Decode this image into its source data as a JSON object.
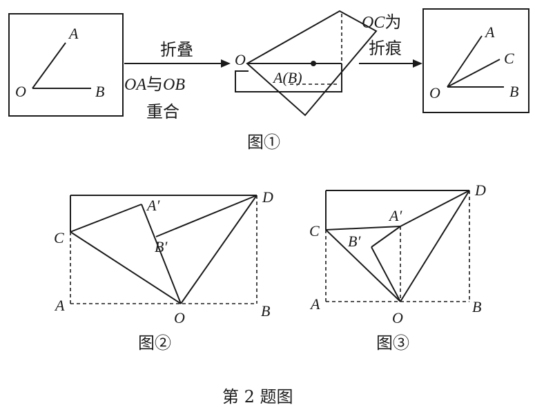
{
  "figure1": {
    "panel_left": {
      "label_A": "A",
      "label_O": "O",
      "label_B": "B"
    },
    "arrow1": {
      "line1": "折叠",
      "line2_a": "OA",
      "line2_b": "与",
      "line2_c": "OB",
      "line3": "重合"
    },
    "panel_mid": {
      "label_O": "O",
      "label_AB": "A(B)"
    },
    "arrow2": {
      "line1_a": "OC",
      "line1_b": "为",
      "line2": "折痕"
    },
    "panel_right": {
      "label_A": "A",
      "label_C": "C",
      "label_O": "O",
      "label_B": "B"
    },
    "caption": "图①"
  },
  "figure2": {
    "labels": {
      "A": "A",
      "B": "B",
      "C": "C",
      "D": "D",
      "O": "O",
      "A_prime": "A′",
      "B_prime": "B′"
    },
    "caption": "图②"
  },
  "figure3": {
    "labels": {
      "A": "A",
      "B": "B",
      "C": "C",
      "D": "D",
      "O": "O",
      "A_prime": "A′",
      "B_prime": "B′"
    },
    "caption": "图③"
  },
  "main_caption": "第 2 题图"
}
